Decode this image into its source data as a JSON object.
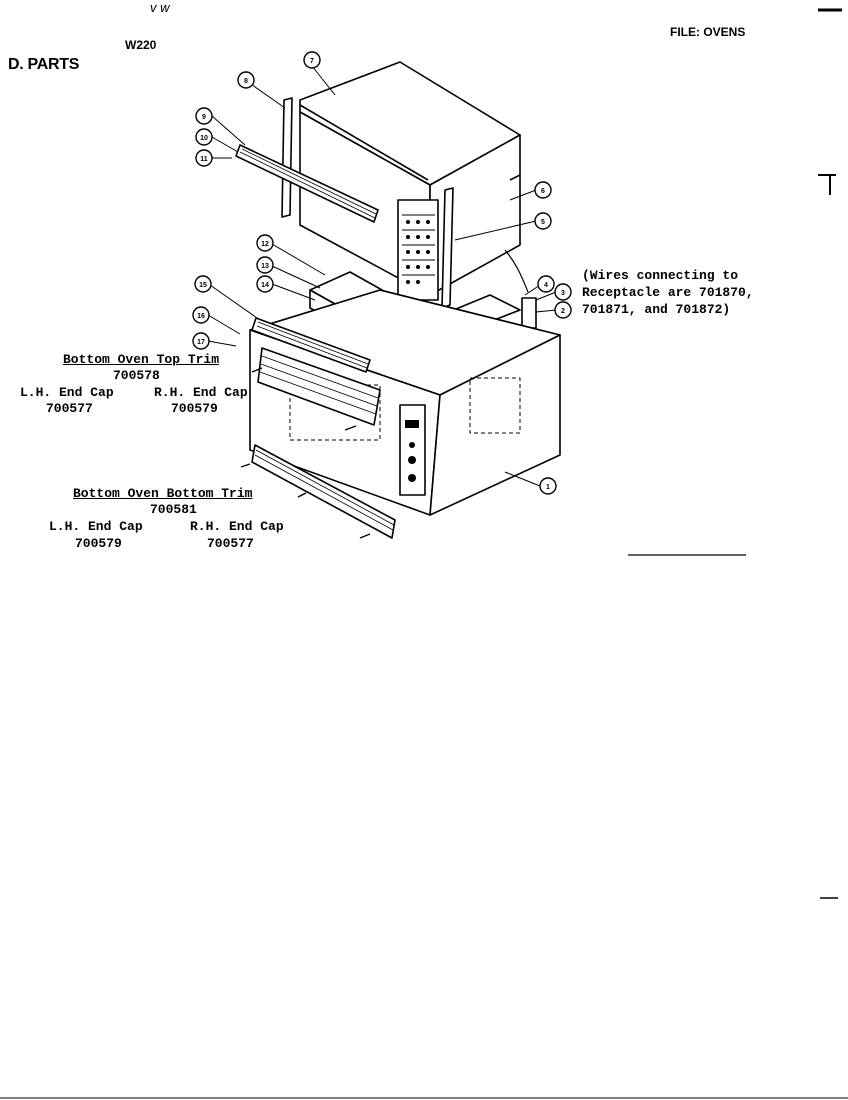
{
  "header": {
    "scribble": "v w",
    "model": "W220",
    "file_label": "FILE: OVENS",
    "section_title": "D. PARTS"
  },
  "note": {
    "line1": "(Wires connecting to",
    "line2": "Receptacle are 701870,",
    "line3": "701871, and 701872)"
  },
  "top_trim": {
    "title": "Bottom Oven Top Trim",
    "part": "700578",
    "lh_label": "L.H. End Cap",
    "lh_part": "700577",
    "rh_label": "R.H. End Cap",
    "rh_part": "700579"
  },
  "bottom_trim": {
    "title": "Bottom Oven Bottom Trim",
    "part": "700581",
    "lh_label": "L.H. End Cap",
    "lh_part": "700579",
    "rh_label": "R.H. End Cap",
    "rh_part": "700577"
  },
  "callouts": [
    "1",
    "2",
    "3",
    "4",
    "5",
    "6",
    "7",
    "8",
    "9",
    "10",
    "11",
    "12",
    "13",
    "14",
    "15",
    "16",
    "17"
  ]
}
